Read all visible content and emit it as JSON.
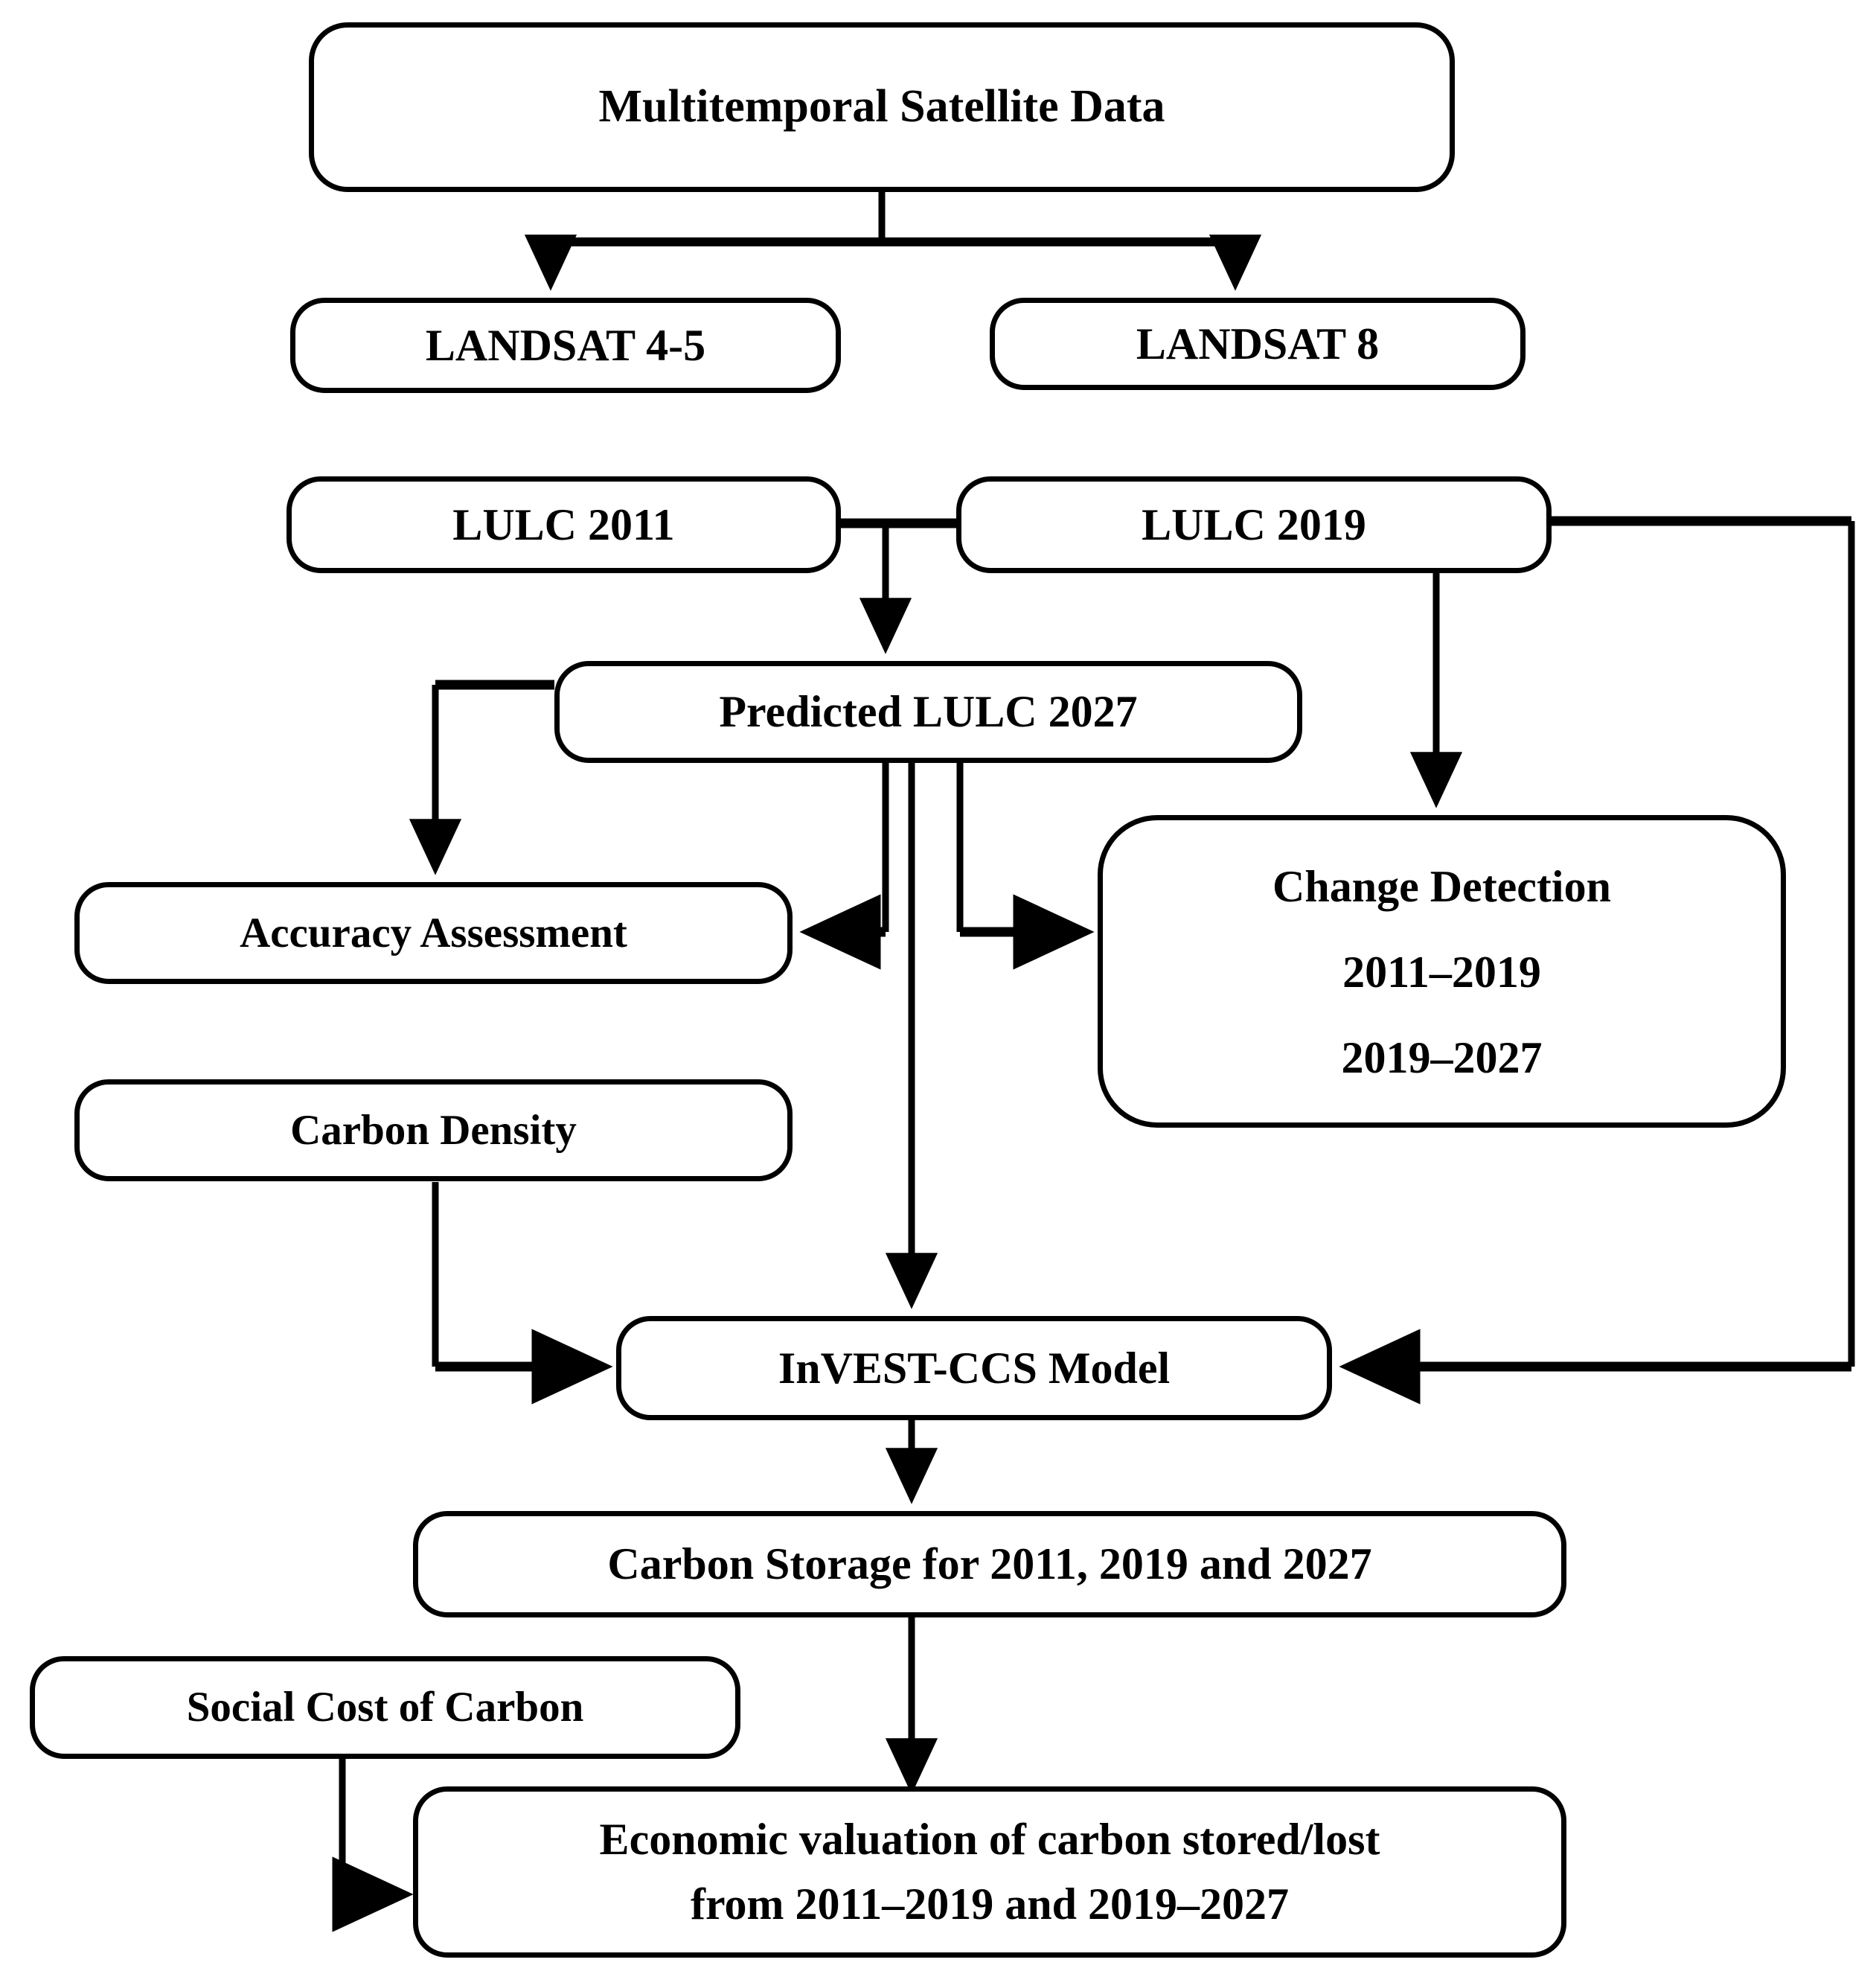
{
  "diagram": {
    "title": "Methodology flowchart for LULC change, carbon storage and economic valuation",
    "background_color": "#ffffff",
    "stroke_color": "#000000",
    "nodes": [
      {
        "id": "satellite",
        "label": "Multitemporal Satellite Data"
      },
      {
        "id": "landsat45",
        "label": "LANDSAT 4-5"
      },
      {
        "id": "landsat8",
        "label": "LANDSAT 8"
      },
      {
        "id": "lulc2011",
        "label": "LULC 2011"
      },
      {
        "id": "lulc2019",
        "label": "LULC 2019"
      },
      {
        "id": "predicted2027",
        "label": "Predicted LULC 2027"
      },
      {
        "id": "accuracy",
        "label": "Accuracy Assessment"
      },
      {
        "id": "changedet_l1",
        "label": "Change Detection"
      },
      {
        "id": "changedet_l2",
        "label": "2011–2019"
      },
      {
        "id": "changedet_l3",
        "label": "2019–2027"
      },
      {
        "id": "carbondensity",
        "label": "Carbon Density"
      },
      {
        "id": "invest",
        "label": "InVEST-CCS Model"
      },
      {
        "id": "carbonstorage",
        "label": "Carbon Storage for 2011, 2019 and 2027"
      },
      {
        "id": "socialcost",
        "label": "Social Cost of Carbon"
      },
      {
        "id": "economic_l1",
        "label": "Economic valuation of carbon stored/lost"
      },
      {
        "id": "economic_l2",
        "label": "from 2011–2019 and 2019–2027"
      }
    ],
    "edges": [
      {
        "from": "satellite",
        "to": "landsat45",
        "arrow": true
      },
      {
        "from": "satellite",
        "to": "landsat8",
        "arrow": true
      },
      {
        "from": "lulc2011",
        "to": "predicted2027",
        "arrow": true
      },
      {
        "from": "lulc2019",
        "to": "predicted2027",
        "arrow": true
      },
      {
        "from": "lulc2019",
        "to": "changedet_l1",
        "arrow": true
      },
      {
        "from": "lulc2019",
        "to": "invest",
        "arrow": true
      },
      {
        "from": "predicted2027",
        "to": "accuracy",
        "arrow": true
      },
      {
        "from": "predicted2027",
        "to": "accuracy",
        "arrow": true
      },
      {
        "from": "predicted2027",
        "to": "changedet_l1",
        "arrow": true
      },
      {
        "from": "predicted2027",
        "to": "invest",
        "arrow": true
      },
      {
        "from": "carbondensity",
        "to": "invest",
        "arrow": true
      },
      {
        "from": "invest",
        "to": "carbonstorage",
        "arrow": true
      },
      {
        "from": "carbonstorage",
        "to": "economic_l1",
        "arrow": true
      },
      {
        "from": "socialcost",
        "to": "economic_l1",
        "arrow": true
      }
    ]
  }
}
